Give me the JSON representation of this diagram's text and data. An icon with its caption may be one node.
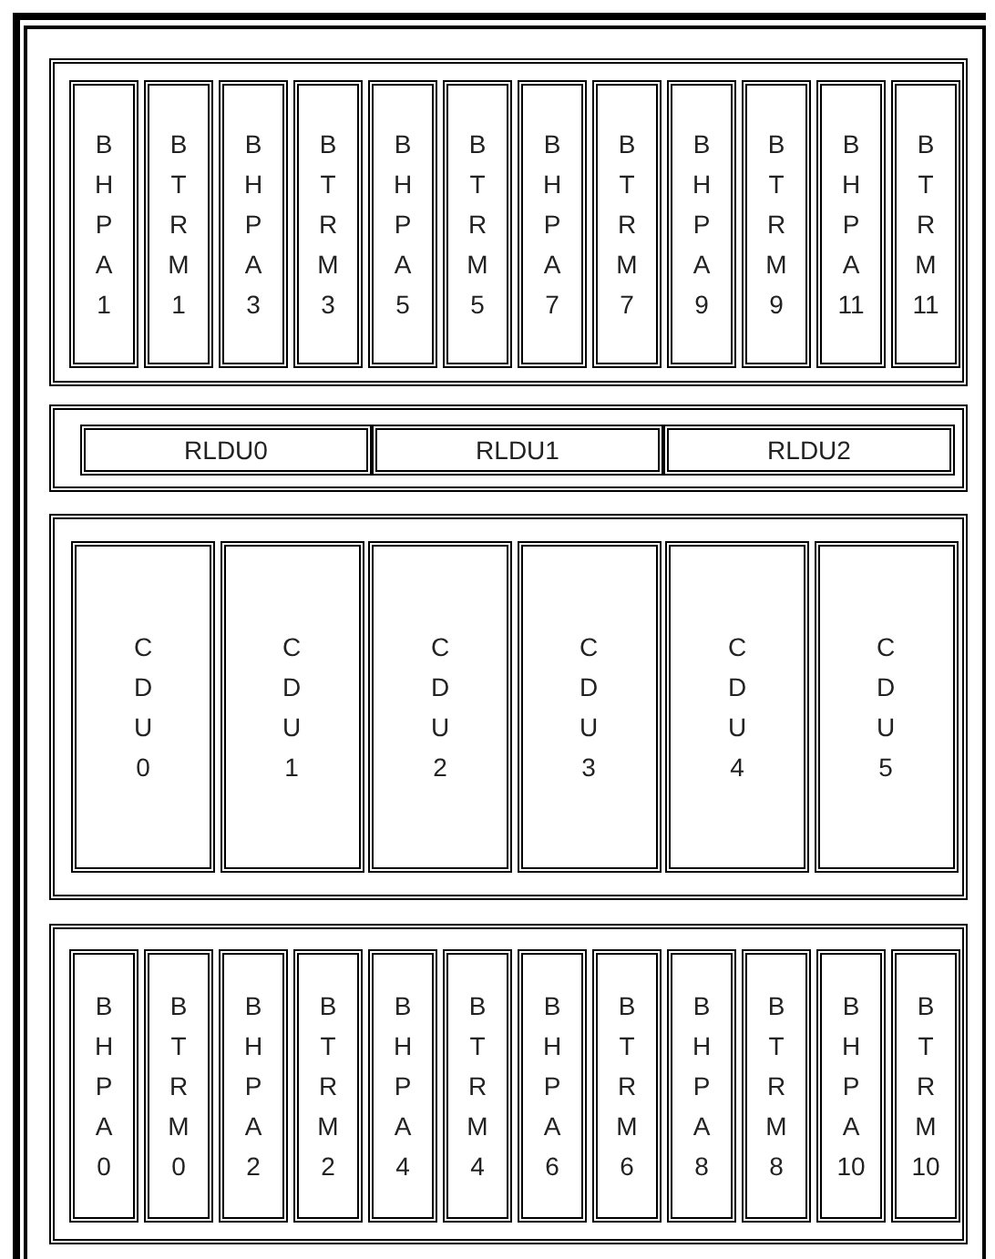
{
  "diagram": {
    "nodes": [
      {
        "text": [],
        "shape": "box"
      },
      {
        "text": [],
        "shape": "box",
        "in": 0
      },
      {
        "text": [
          "B H P A 1"
        ],
        "in": 1
      },
      {
        "text": [
          "B T R M 1"
        ],
        "in": 1
      },
      {
        "text": [
          "B H P A 3"
        ],
        "in": 1
      },
      {
        "text": [
          "B T R M 3"
        ],
        "in": 1
      },
      {
        "text": [
          "B H P A 5"
        ],
        "in": 1
      },
      {
        "text": [
          "B T R M 5"
        ],
        "in": 1
      },
      {
        "text": [
          "B H P A 7"
        ],
        "in": 1
      },
      {
        "text": [
          "B T R M 7"
        ],
        "in": 1
      },
      {
        "text": [
          "B H P A 9"
        ],
        "in": 1
      },
      {
        "text": [
          "B T R M 9"
        ],
        "in": 1
      },
      {
        "text": [
          "B H P A 11"
        ],
        "in": 1
      },
      {
        "text": [
          "B T R M 11"
        ],
        "in": 1
      },
      {
        "text": [],
        "shape": "box",
        "in": 0
      },
      {
        "text": [
          "RLDU0"
        ],
        "in": 14
      },
      {
        "text": [
          "RLDU1"
        ],
        "in": 14
      },
      {
        "text": [
          "RLDU2"
        ],
        "in": 14
      },
      {
        "text": [],
        "shape": "box",
        "in": 0
      },
      {
        "text": [
          "C D U 0"
        ],
        "in": 18
      },
      {
        "text": [
          "C D U 1"
        ],
        "in": 18
      },
      {
        "text": [
          "C D U 2"
        ],
        "in": 18
      },
      {
        "text": [
          "C D U 3"
        ],
        "in": 18
      },
      {
        "text": [
          "C D U 4"
        ],
        "in": 18
      },
      {
        "text": [
          "C D U 5"
        ],
        "in": 18
      },
      {
        "text": [],
        "shape": "box",
        "in": 0
      },
      {
        "text": [
          "B H P A 0"
        ],
        "in": 25
      },
      {
        "text": [
          "B T R M 0"
        ],
        "in": 25
      },
      {
        "text": [
          "B H P A 2"
        ],
        "in": 25
      },
      {
        "text": [
          "B T R M 2"
        ],
        "in": 25
      },
      {
        "text": [
          "B H P A 4"
        ],
        "in": 25
      },
      {
        "text": [
          "B T R M 4"
        ],
        "in": 25
      },
      {
        "text": [
          "B H P A 6"
        ],
        "in": 25
      },
      {
        "text": [
          "B T R M 6"
        ],
        "in": 25
      },
      {
        "text": [
          "B H P A 8"
        ],
        "in": 25
      },
      {
        "text": [
          "B T R M 8"
        ],
        "in": 25
      },
      {
        "text": [
          "B H P A 10"
        ],
        "in": 25
      },
      {
        "text": [
          "B T R M 10"
        ],
        "in": 25
      }
    ]
  }
}
